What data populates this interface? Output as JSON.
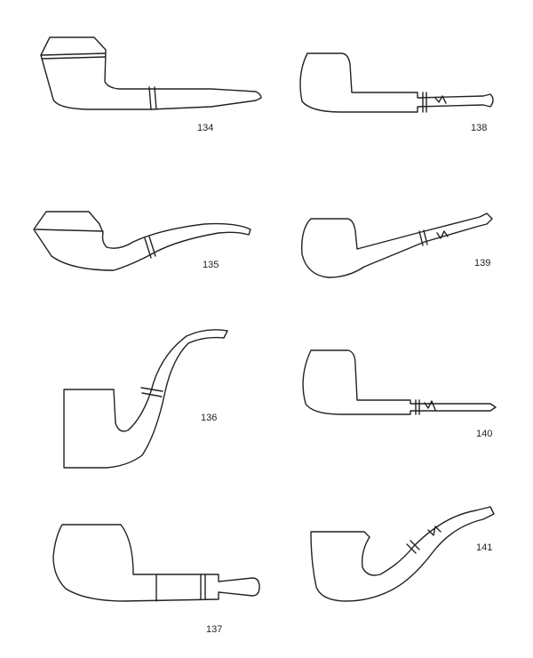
{
  "line_color": "#222222",
  "background": "#ffffff",
  "pipes": [
    {
      "id": "134",
      "label": "134"
    },
    {
      "id": "135",
      "label": "135"
    },
    {
      "id": "136",
      "label": "136"
    },
    {
      "id": "137",
      "label": "137"
    },
    {
      "id": "138",
      "label": "138"
    },
    {
      "id": "139",
      "label": "139"
    },
    {
      "id": "140",
      "label": "140"
    },
    {
      "id": "141",
      "label": "141"
    }
  ]
}
